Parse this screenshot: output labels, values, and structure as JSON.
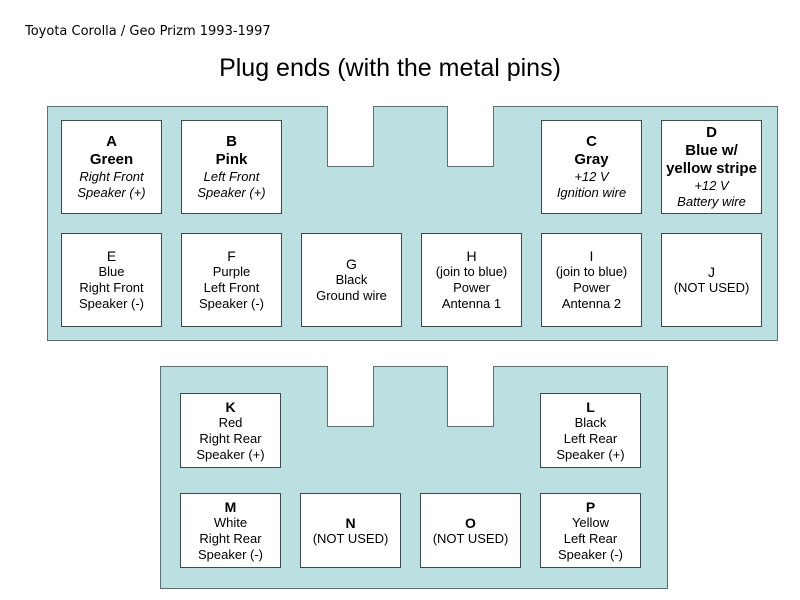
{
  "subtitle": "Toyota Corolla / Geo Prizm 1993-1997",
  "title": "Plug ends (with the metal pins)",
  "colors": {
    "connector_fill": "#bcdfe2",
    "pin_fill": "#ffffff",
    "border": "#5e6e72"
  },
  "top_connector": {
    "pins": [
      {
        "letter": "A",
        "wire": "Green",
        "lines": [
          "Right Front",
          "Speaker (+)"
        ]
      },
      {
        "letter": "B",
        "wire": "Pink",
        "lines": [
          "Left Front",
          "Speaker (+)"
        ]
      },
      {
        "letter": "C",
        "wire": "Gray",
        "lines": [
          "+12 V",
          "Ignition wire"
        ]
      },
      {
        "letter": "D",
        "wire": "Blue w/ yellow stripe",
        "wire_lines": [
          "Blue w/",
          "yellow stripe"
        ],
        "lines": [
          "+12 V",
          "Battery wire"
        ]
      },
      {
        "letter": "E",
        "lines": [
          "Blue",
          "Right Front",
          "Speaker (-)"
        ]
      },
      {
        "letter": "F",
        "lines": [
          "Purple",
          "Left Front",
          "Speaker (-)"
        ]
      },
      {
        "letter": "G",
        "lines": [
          "Black",
          "Ground wire"
        ]
      },
      {
        "letter": "H",
        "lines": [
          "(join to blue)",
          "Power",
          "Antenna 1"
        ]
      },
      {
        "letter": "I",
        "lines": [
          "(join to blue)",
          "Power",
          "Antenna 2"
        ]
      },
      {
        "letter": "J",
        "lines": [
          "(NOT USED)"
        ]
      }
    ]
  },
  "bottom_connector": {
    "pins": [
      {
        "letter": "K",
        "lines": [
          "Red",
          "Right Rear",
          "Speaker (+)"
        ]
      },
      {
        "letter": "L",
        "lines": [
          "Black",
          "Left Rear",
          "Speaker (+)"
        ]
      },
      {
        "letter": "M",
        "lines": [
          "White",
          "Right Rear",
          "Speaker (-)"
        ]
      },
      {
        "letter": "N",
        "lines": [
          "(NOT USED)"
        ]
      },
      {
        "letter": "O",
        "lines": [
          "(NOT USED)"
        ]
      },
      {
        "letter": "P",
        "lines": [
          "Yellow",
          "Left Rear",
          "Speaker (-)"
        ]
      }
    ]
  }
}
